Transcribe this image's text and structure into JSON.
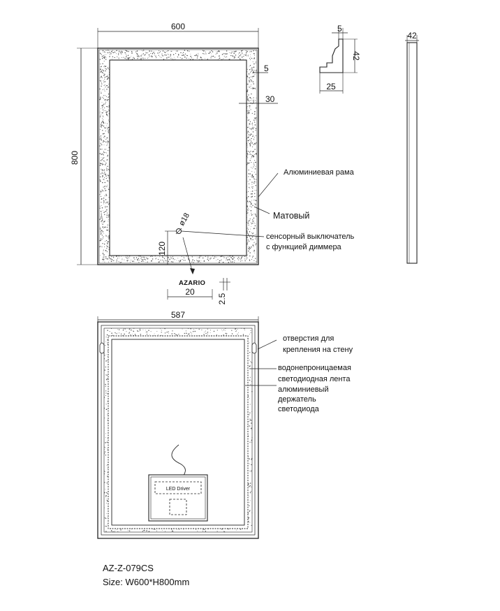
{
  "colors": {
    "line": "#222222",
    "fill": "#ffffff",
    "texture": "#555555"
  },
  "front_view": {
    "width_dim": "600",
    "height_dim": "800",
    "edge_dim": "5",
    "border_dim": "30",
    "frame_label": "Алюминиевая рама",
    "matte_label": "Матовый",
    "switch_diameter": "ø18",
    "switch_label_line1": "сенсорный выключатель",
    "switch_label_line2": "с функцией диммера",
    "switch_offset_dim": "120"
  },
  "logo_detail": {
    "brand": "AZARIO",
    "width_dim": "20",
    "height_dim": "2.5"
  },
  "profile_detail": {
    "top_dim": "5",
    "height_dim": "42",
    "width_dim": "25"
  },
  "side_view": {
    "depth_dim": "42"
  },
  "back_view": {
    "width_dim": "587",
    "holes_label_line1": "отверстия для",
    "holes_label_line2": "крепления на стену",
    "strip_label_line1": "водонепроницаемая",
    "strip_label_line2": "светодиодная лента",
    "holder_label_line1": "алюминиевый",
    "holder_label_line2": "держатель",
    "holder_label_line3": "светодиода",
    "driver_label": "LED Driver"
  },
  "footer": {
    "model": "AZ-Z-079CS",
    "size": "Size: W600*H800mm"
  }
}
